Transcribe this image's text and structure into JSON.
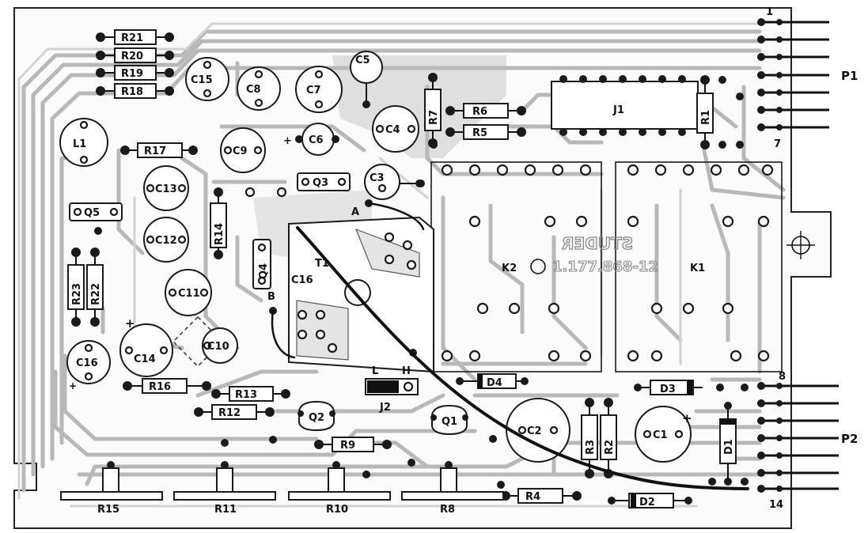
{
  "board": {
    "maker_text": "STUDER",
    "part_number": "1.177.868-12",
    "connectors": [
      {
        "id": "p1",
        "label": "P1",
        "pin_first": "1",
        "pin_last": "7"
      },
      {
        "id": "p2",
        "label": "P2",
        "pin_first": "8",
        "pin_last": "14"
      }
    ],
    "test_points": {
      "a": "A",
      "b": "B"
    },
    "jumper": {
      "label": "J2",
      "left": "L",
      "right": "H"
    }
  },
  "components": {
    "resistors": [
      "R21",
      "R20",
      "R19",
      "R18",
      "R17",
      "R14",
      "R23",
      "R22",
      "R16",
      "R13",
      "R12",
      "R9",
      "R7",
      "R6",
      "R5",
      "R4",
      "R3",
      "R2",
      "R1"
    ],
    "trimmers": [
      "R15",
      "R11",
      "R10",
      "R8"
    ],
    "capacitors": [
      "C15",
      "C8",
      "C7",
      "C5",
      "C6",
      "C4",
      "C9",
      "C3",
      "C13",
      "C12",
      "C11",
      "C14",
      "C10",
      "C16",
      "C16",
      "C2",
      "C1"
    ],
    "transistors": [
      "Q5",
      "Q3",
      "Q4",
      "Q2",
      "Q1"
    ],
    "diodes": [
      "D4",
      "D3",
      "D2",
      "D1"
    ],
    "relays": [
      "K2",
      "K1"
    ],
    "other": {
      "ic": "J1",
      "inductor": "L1",
      "transformer": "T1"
    }
  }
}
